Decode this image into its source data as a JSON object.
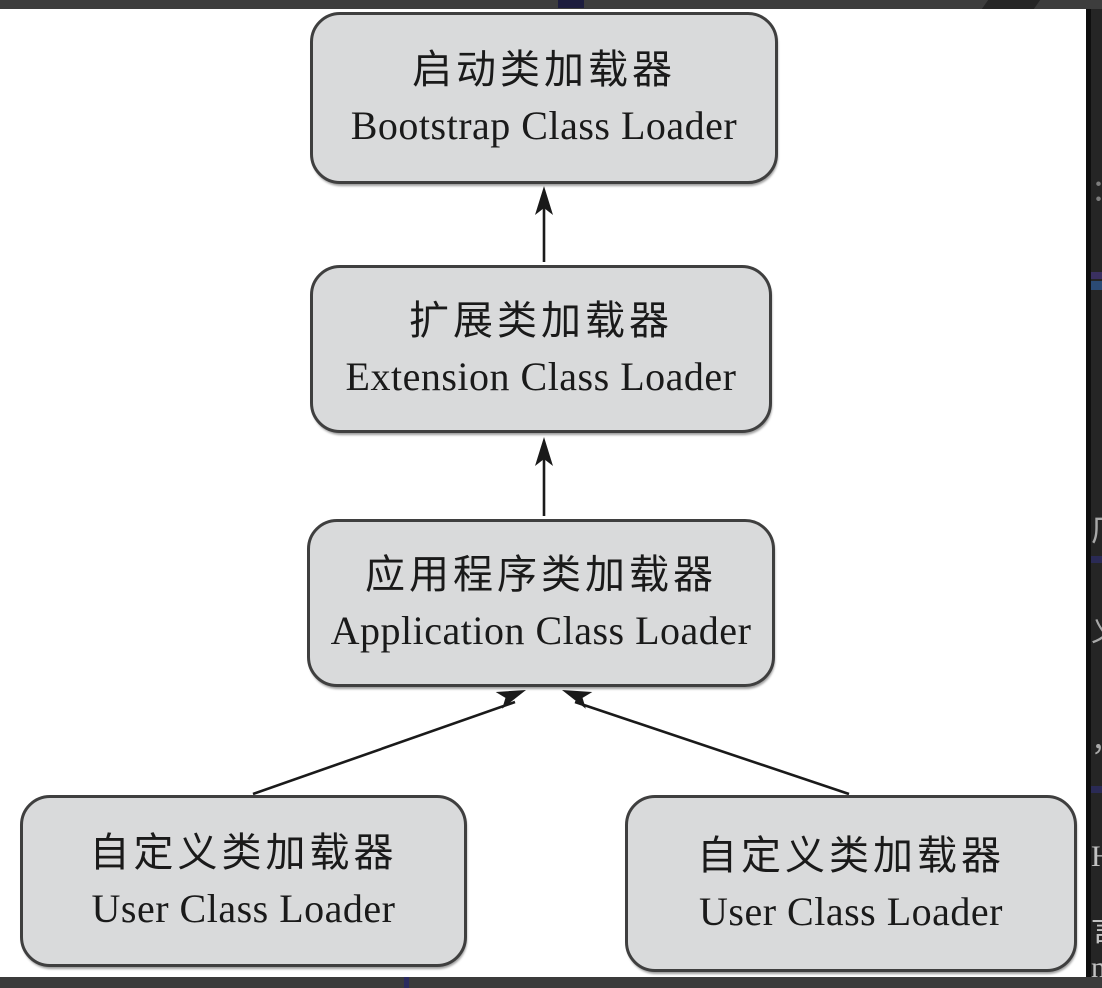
{
  "diagram": {
    "nodes": [
      {
        "id": "bootstrap",
        "zh": "启动类加载器",
        "en": "Bootstrap Class Loader"
      },
      {
        "id": "extension",
        "zh": "扩展类加载器",
        "en": "Extension Class Loader"
      },
      {
        "id": "application",
        "zh": "应用程序类加载器",
        "en": "Application Class Loader"
      },
      {
        "id": "user-left",
        "zh": "自定义类加载器",
        "en": "User Class Loader"
      },
      {
        "id": "user-right",
        "zh": "自定义类加载器",
        "en": "User Class Loader"
      }
    ],
    "edges": [
      {
        "from": "extension",
        "to": "bootstrap"
      },
      {
        "from": "application",
        "to": "extension"
      },
      {
        "from": "user-left",
        "to": "application"
      },
      {
        "from": "user-right",
        "to": "application"
      }
    ],
    "colors": {
      "background": "#ffffff",
      "node_fill": "#d9dadb",
      "node_border": "#3f3f3f",
      "text": "#1a1a1a",
      "arrow": "#1a1a1a"
    }
  },
  "edge_artifacts": {
    "band_color": "#3b3b3b",
    "right_band_color": "#252525",
    "patch_colors": [
      "#3a3060",
      "#2b4a74",
      "#2a2a55"
    ],
    "right_slivers": [
      {
        "char": "："
      },
      {
        "char": "（"
      },
      {
        "char": "厂"
      },
      {
        "char": "义"
      },
      {
        "char": "，"
      },
      {
        "char": "H"
      },
      {
        "char": "言"
      },
      {
        "char": "n"
      }
    ]
  }
}
